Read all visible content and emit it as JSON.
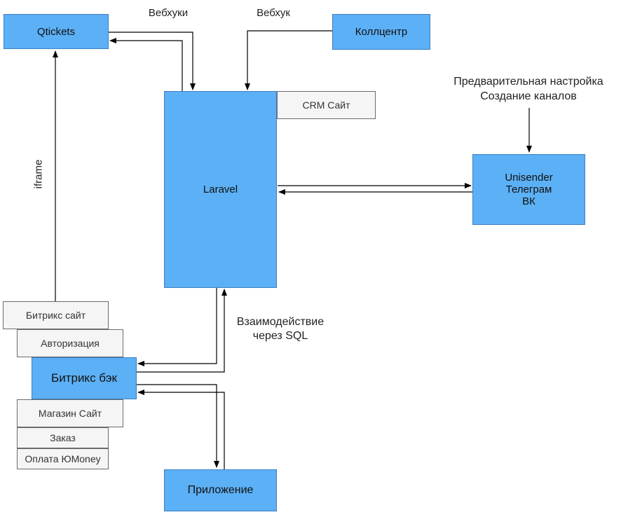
{
  "nodes": {
    "qtickets": "Qtickets",
    "callcenter": "Коллцентр",
    "laravel": "Laravel",
    "crm_site": "CRM Сайт",
    "unisender": "Unisender\nТелеграм\nВК",
    "bitrix_site": "Битрикс сайт",
    "authorization": "Авторизация",
    "bitrix_back": "Битрикс бэк",
    "shop_site": "Магазин Сайт",
    "order": "Заказ",
    "payment": "Оплата ЮMoney",
    "app": "Приложение"
  },
  "labels": {
    "webhooks": "Вебхуки",
    "webhook": "Вебхук",
    "presetup": "Предварительная настройка\nСоздание каналов",
    "iframe": "iframe",
    "sql": "Взаимодействие\nчерез SQL"
  },
  "colors": {
    "primary_fill": "#5cb0f5",
    "primary_border": "#3d7fc4",
    "secondary_fill": "#f5f5f5",
    "line": "#000000"
  }
}
